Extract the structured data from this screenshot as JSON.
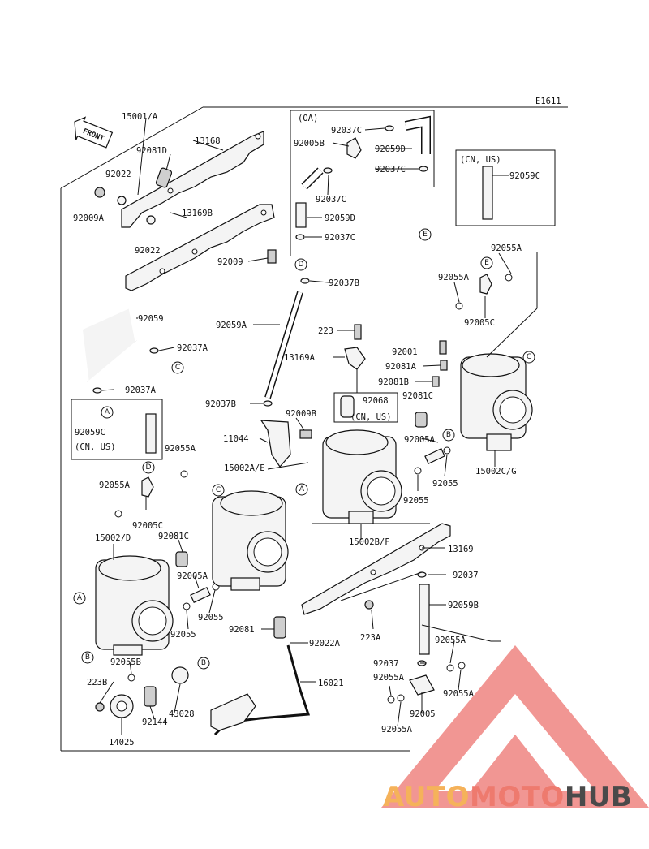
{
  "diagram": {
    "code": "E1611",
    "front_label": "FRONT",
    "labels": [
      {
        "id": "l1",
        "text": "15001/A"
      },
      {
        "id": "l2",
        "text": "13168"
      },
      {
        "id": "l3",
        "text": "92081D"
      },
      {
        "id": "l4",
        "text": "92022"
      },
      {
        "id": "l5",
        "text": "92009A"
      },
      {
        "id": "l6",
        "text": "13169B"
      },
      {
        "id": "l7",
        "text": "92022"
      },
      {
        "id": "l8",
        "text": "92009"
      },
      {
        "id": "l9",
        "text": "(OA)"
      },
      {
        "id": "l10",
        "text": "92037C"
      },
      {
        "id": "l11",
        "text": "92005B"
      },
      {
        "id": "l12",
        "text": "92059D"
      },
      {
        "id": "l13",
        "text": "92037C"
      },
      {
        "id": "l14",
        "text": "92037C"
      },
      {
        "id": "l15",
        "text": "92059D"
      },
      {
        "id": "l16",
        "text": "92037C"
      },
      {
        "id": "l17",
        "text": "(CN, US)"
      },
      {
        "id": "l18",
        "text": "92059C"
      },
      {
        "id": "l19",
        "text": "92037B"
      },
      {
        "id": "l20",
        "text": "92055A"
      },
      {
        "id": "l21",
        "text": "92055A"
      },
      {
        "id": "l22",
        "text": "92005C"
      },
      {
        "id": "l23",
        "text": "92059"
      },
      {
        "id": "l24",
        "text": "92059A"
      },
      {
        "id": "l25",
        "text": "223"
      },
      {
        "id": "l26",
        "text": "92037A"
      },
      {
        "id": "l27",
        "text": "13169A"
      },
      {
        "id": "l28",
        "text": "92001"
      },
      {
        "id": "l29",
        "text": "92081A"
      },
      {
        "id": "l30",
        "text": "92081B"
      },
      {
        "id": "l31",
        "text": "92037A"
      },
      {
        "id": "l32",
        "text": "92037B"
      },
      {
        "id": "l33",
        "text": "92068"
      },
      {
        "id": "l34",
        "text": "(CN, US)"
      },
      {
        "id": "l35",
        "text": "92081C"
      },
      {
        "id": "l36",
        "text": "92059C"
      },
      {
        "id": "l37",
        "text": "(CN, US)"
      },
      {
        "id": "l38",
        "text": "92009B"
      },
      {
        "id": "l39",
        "text": "11044"
      },
      {
        "id": "l40",
        "text": "92005A"
      },
      {
        "id": "l41",
        "text": "92055A"
      },
      {
        "id": "l42",
        "text": "15002A/E"
      },
      {
        "id": "l43",
        "text": "15002C/G"
      },
      {
        "id": "l44",
        "text": "92055"
      },
      {
        "id": "l45",
        "text": "92055A"
      },
      {
        "id": "l46",
        "text": "92055"
      },
      {
        "id": "l47",
        "text": "92005C"
      },
      {
        "id": "l48",
        "text": "15002/D"
      },
      {
        "id": "l49",
        "text": "92081C"
      },
      {
        "id": "l50",
        "text": "15002B/F"
      },
      {
        "id": "l51",
        "text": "13169"
      },
      {
        "id": "l52",
        "text": "92037"
      },
      {
        "id": "l53",
        "text": "92005A"
      },
      {
        "id": "l54",
        "text": "92059B"
      },
      {
        "id": "l55",
        "text": "92055"
      },
      {
        "id": "l56",
        "text": "92055"
      },
      {
        "id": "l57",
        "text": "92081"
      },
      {
        "id": "l58",
        "text": "223A"
      },
      {
        "id": "l59",
        "text": "92022A"
      },
      {
        "id": "l60",
        "text": "92055A"
      },
      {
        "id": "l61",
        "text": "92055B"
      },
      {
        "id": "l62",
        "text": "92037"
      },
      {
        "id": "l63",
        "text": "223B"
      },
      {
        "id": "l64",
        "text": "16021"
      },
      {
        "id": "l65",
        "text": "92055A"
      },
      {
        "id": "l66",
        "text": "92055A"
      },
      {
        "id": "l67",
        "text": "43028"
      },
      {
        "id": "l68",
        "text": "92144"
      },
      {
        "id": "l69",
        "text": "92005"
      },
      {
        "id": "l70",
        "text": "92055A"
      },
      {
        "id": "l71",
        "text": "14025"
      }
    ],
    "markers": [
      {
        "id": "m1",
        "text": "E"
      },
      {
        "id": "m2",
        "text": "D"
      },
      {
        "id": "m3",
        "text": "E"
      },
      {
        "id": "m4",
        "text": "C"
      },
      {
        "id": "m5",
        "text": "C"
      },
      {
        "id": "m6",
        "text": "A"
      },
      {
        "id": "m7",
        "text": "B"
      },
      {
        "id": "m8",
        "text": "D"
      },
      {
        "id": "m9",
        "text": "A"
      },
      {
        "id": "m10",
        "text": "C"
      },
      {
        "id": "m11",
        "text": "A"
      },
      {
        "id": "m12",
        "text": "B"
      },
      {
        "id": "m13",
        "text": "B"
      }
    ]
  },
  "watermark": {
    "part1": "AUTO",
    "part2": "MOTO",
    "part3": "HUB",
    "colors": {
      "triangle": "#ec6f6a",
      "auto": "#f5b25a",
      "moto": "#ee7a6e",
      "hub": "#4a4a4a"
    }
  }
}
